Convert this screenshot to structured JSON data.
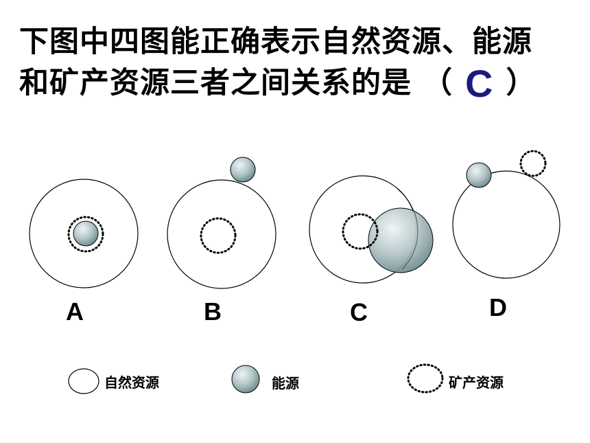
{
  "question": {
    "line1": "下图中四图能正确表示自然资源、能源",
    "line2_prefix": "和矿产资源三者之间关系的是",
    "paren_open": "（",
    "answer": "C",
    "paren_close": "）"
  },
  "options": [
    "A",
    "B",
    "C",
    "D"
  ],
  "legend": {
    "natural": "自然资源",
    "energy": "能源",
    "mineral": "矿产资源"
  },
  "colors": {
    "energy_fill_light": "#e6eeee",
    "energy_fill_dark": "#6f8c90",
    "answer": "#1a1a80"
  }
}
